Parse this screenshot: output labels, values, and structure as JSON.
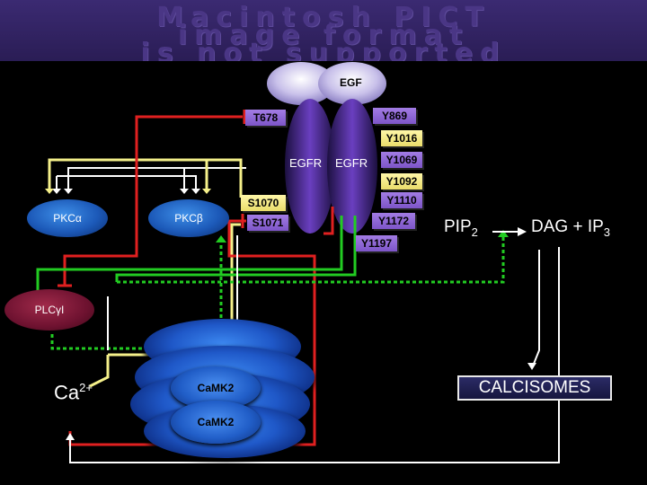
{
  "banner": {
    "lines": [
      "Macintosh PICT",
      "image format",
      "is not supported"
    ]
  },
  "egf": {
    "label": "EGF"
  },
  "receptor": {
    "left_label": "EGFR",
    "right_label": "EGFR"
  },
  "sites": {
    "left": [
      {
        "label": "T678",
        "color": "purple"
      },
      {
        "label": "S1070",
        "color": "yellow"
      },
      {
        "label": "S1071",
        "color": "purple"
      }
    ],
    "right": [
      {
        "label": "Y869",
        "color": "purple"
      },
      {
        "label": "Y1016",
        "color": "yellow"
      },
      {
        "label": "Y1069",
        "color": "purple"
      },
      {
        "label": "Y1092",
        "color": "yellow"
      },
      {
        "label": "Y1110",
        "color": "purple"
      },
      {
        "label": "Y1172",
        "color": "purple"
      },
      {
        "label": "Y1197",
        "color": "purple"
      }
    ]
  },
  "nodes": {
    "pkc_alpha": {
      "prefix": "PKC",
      "greek": "α"
    },
    "pkc_beta": {
      "prefix": "PKC",
      "greek": "β"
    },
    "plc_gamma": {
      "prefix": "PLC",
      "greek": "γ",
      "suffix": "I"
    },
    "camk_top": {
      "label": "CaMK2"
    },
    "camk_bottom": {
      "label": "CaMK2"
    },
    "calcium": {
      "base": "Ca",
      "sup": "2+"
    },
    "pip2": {
      "base": "PIP",
      "sub": "2"
    },
    "dag_ip3": {
      "base": "DAG + IP",
      "sub": "3"
    },
    "calcisomes": {
      "label": "CALCISOMES"
    }
  },
  "colors": {
    "background": "#000000",
    "inhibit_red": "#e02020",
    "activate_yellow": "#f5f08a",
    "pathway_green": "#22cc22",
    "flow_white": "#ffffff",
    "site_purple": "#8b63d6",
    "site_yellow": "#f5ef90",
    "er_blue": "#1f58c8"
  }
}
